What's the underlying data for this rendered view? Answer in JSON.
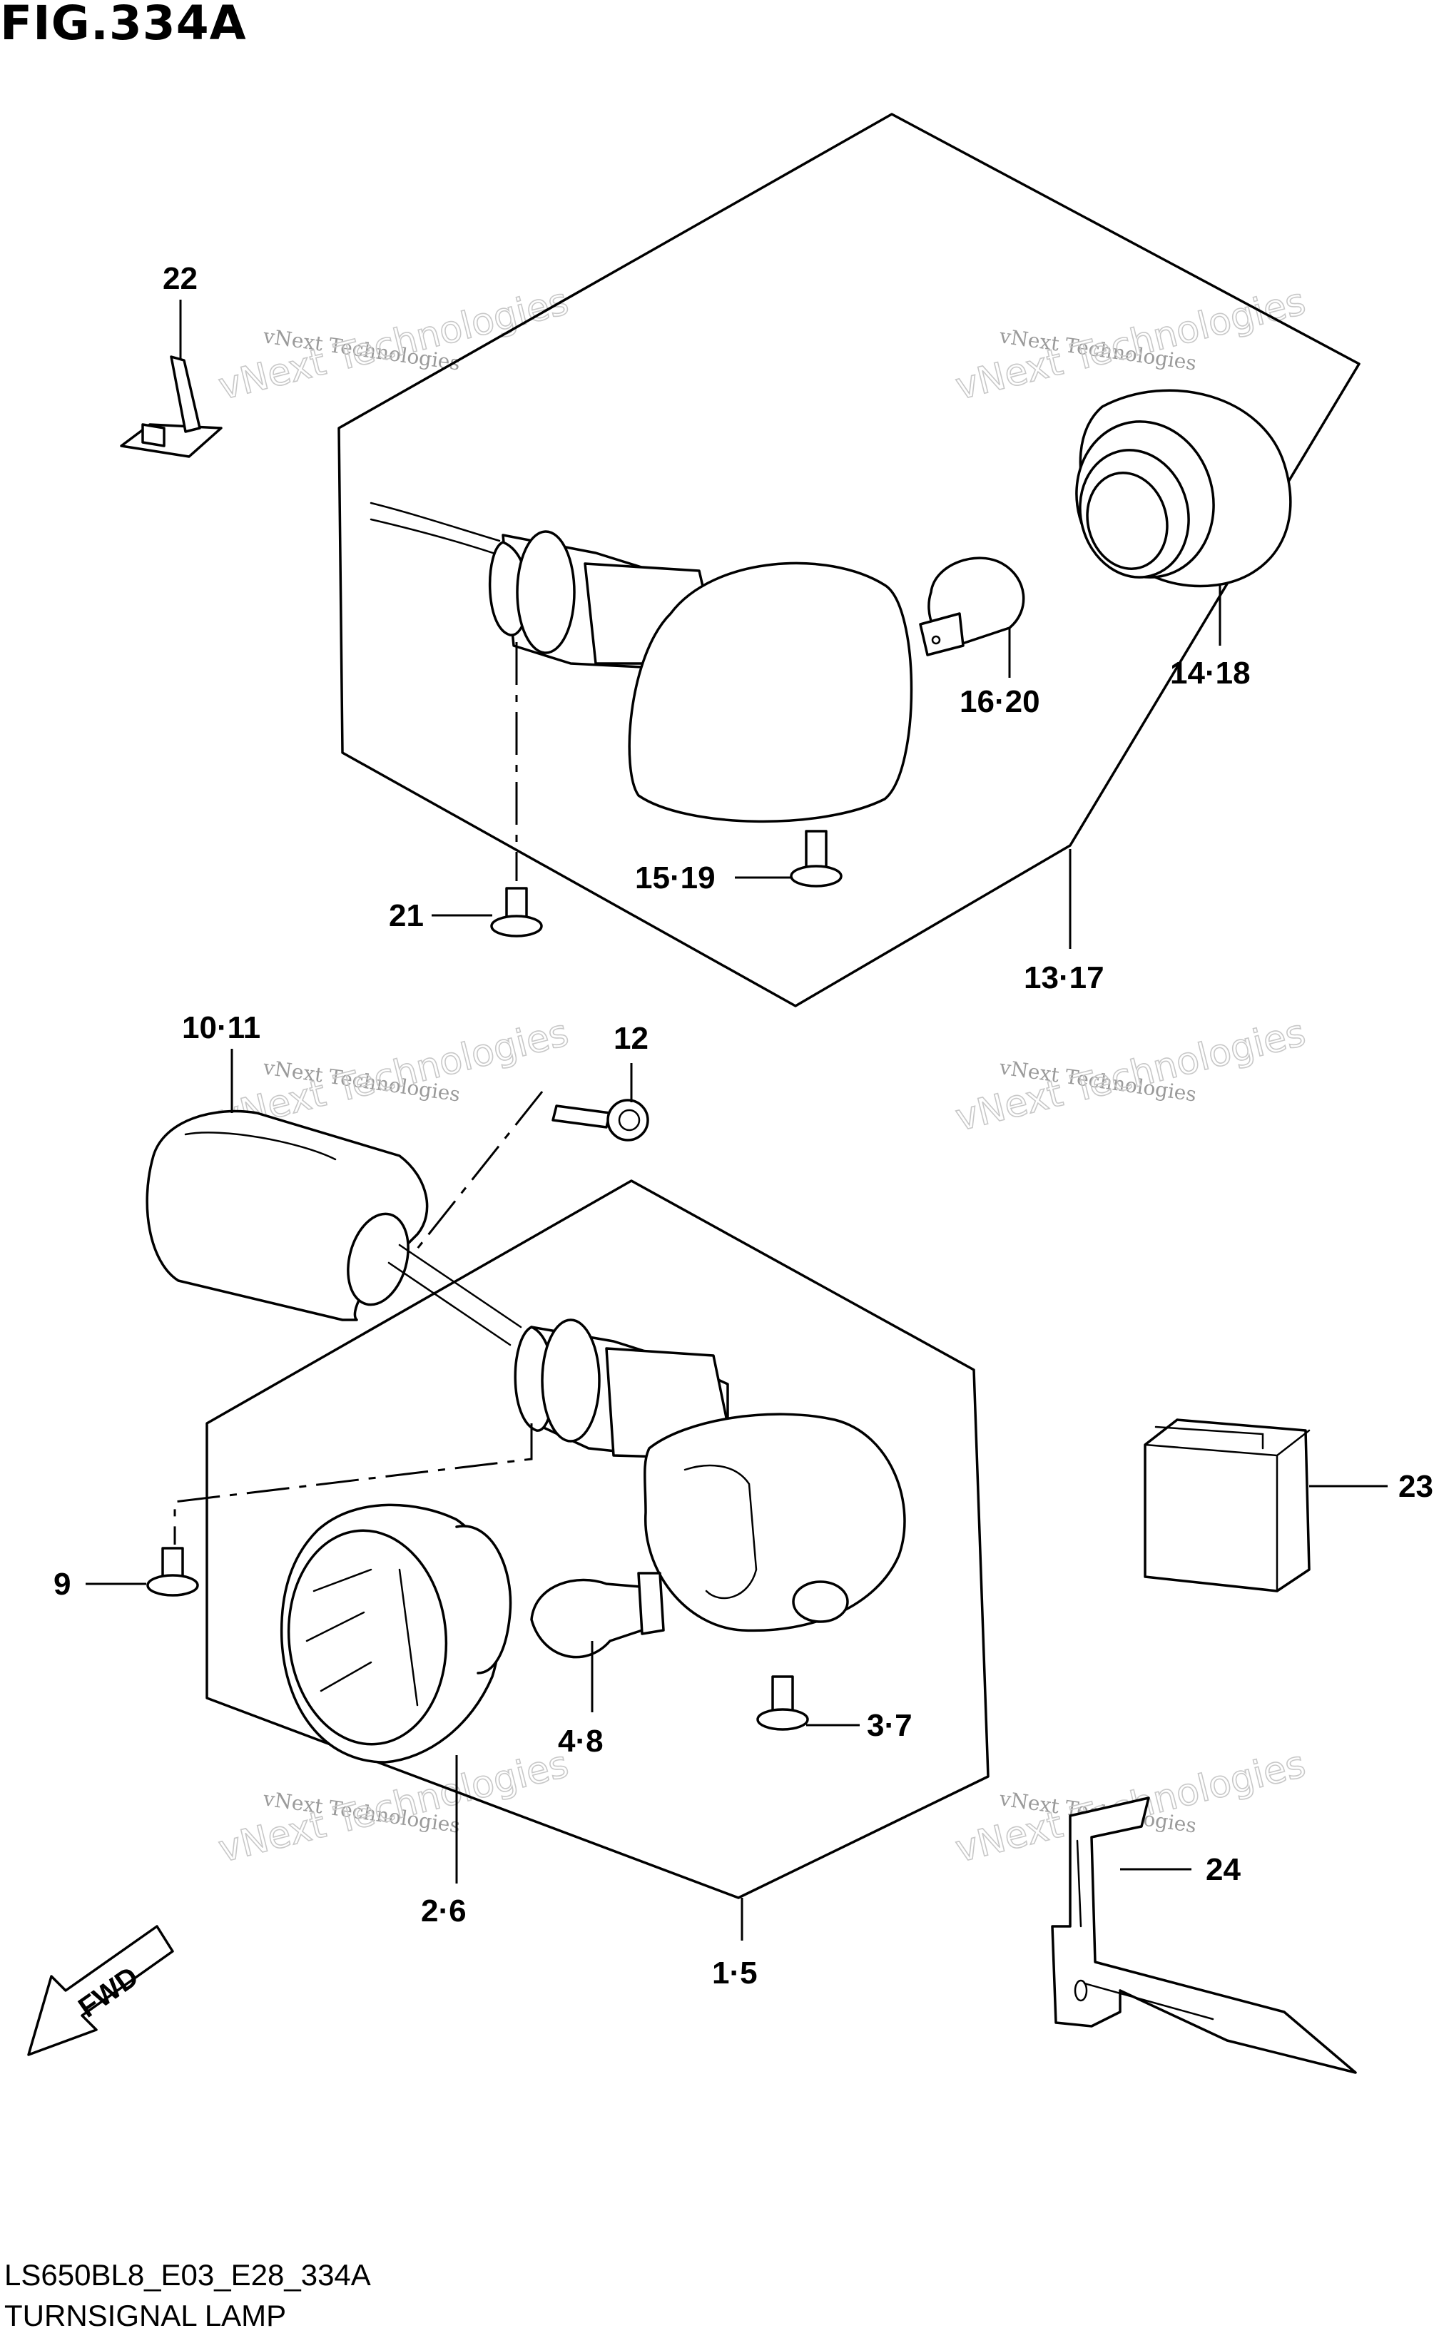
{
  "figure_title": "FIG.334A",
  "footer": {
    "model_code": "LS650BL8_E03_E28_334A",
    "section_name": "TURNSIGNAL LAMP"
  },
  "callouts": {
    "c1_5": "1·5",
    "c2_6": "2·6",
    "c3_7": "3·7",
    "c4_8": "4·8",
    "c9": "9",
    "c10_11": "10·11",
    "c12": "12",
    "c13_17": "13·17",
    "c14_18": "14·18",
    "c15_19": "15·19",
    "c16_20": "16·20",
    "c21": "21",
    "c22": "22",
    "c23": "23",
    "c24": "24"
  },
  "direction_marker": "FWD",
  "watermark": {
    "line1": "vNext Technologies",
    "line2": "vNext Technologies"
  }
}
